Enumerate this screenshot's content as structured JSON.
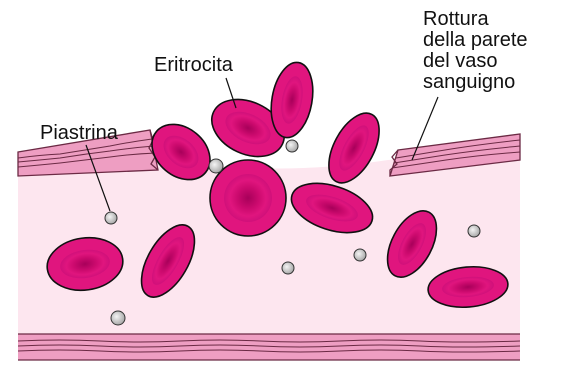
{
  "labels": {
    "erythrocyte": "Eritrocita",
    "platelet": "Piastrina",
    "rupture": "Rottura\ndella parete\ndel vaso\nsanguigno"
  },
  "colors": {
    "vessel_wall": "#ee9ec2",
    "vessel_lumen": "#fde6ef",
    "wall_outline": "#6b2a44",
    "rbc_fill": "#e0157e",
    "rbc_center": "#b0005a",
    "rbc_outline": "#111111",
    "platelet_fill": "#c9c9c9"
  }
}
